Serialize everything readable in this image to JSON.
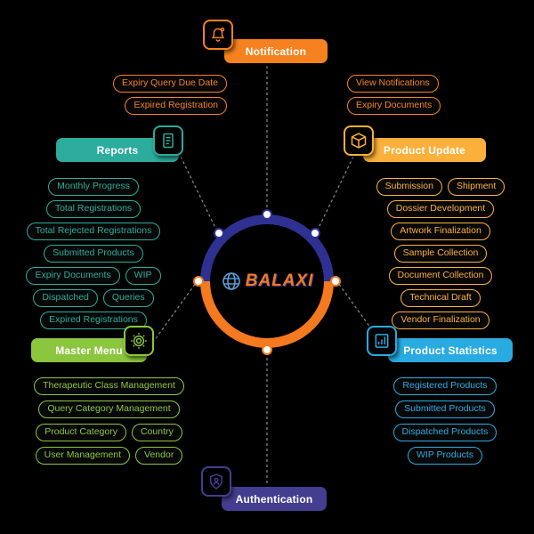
{
  "brand": {
    "name": "BALAXI",
    "color": "#F4791F"
  },
  "ring": {
    "top_color": "#2E3192",
    "bottom_color": "#F4791F"
  },
  "icons": {
    "notification": "bell",
    "reports": "report-document",
    "product_update": "package-box",
    "master_menu": "gear",
    "product_statistics": "handcart-boxes",
    "authentication": "shield-user",
    "brand": "globe"
  },
  "branches": {
    "notification": {
      "label": "Notification",
      "color": "#F5821F",
      "left_rows": [
        [
          "Expiry Query Due Date"
        ],
        [
          "Expired Registration"
        ]
      ],
      "right_rows": [
        [
          "View Notifications"
        ],
        [
          "Expiry Documents"
        ]
      ]
    },
    "reports": {
      "label": "Reports",
      "color": "#2BAC9C",
      "rows": [
        [
          "Monthly Progress"
        ],
        [
          "Total Registrations"
        ],
        [
          "Total Rejected Registrations"
        ],
        [
          "Submitted Products"
        ],
        [
          "Expiry Documents",
          "WIP"
        ],
        [
          "Dispatched",
          "Queries"
        ],
        [
          "Expired Registrations"
        ]
      ]
    },
    "product_update": {
      "label": "Product Update",
      "color": "#FBB03B",
      "rows": [
        [
          "Submission",
          "Shipment"
        ],
        [
          "Dossier Development"
        ],
        [
          "Artwork Finalization"
        ],
        [
          "Sample Collection"
        ],
        [
          "Document Collection"
        ],
        [
          "Technical Draft"
        ],
        [
          "Vendor Finalization"
        ]
      ]
    },
    "master_menu": {
      "label": "Master Menu",
      "color": "#8CC63F",
      "rows": [
        [
          "Therapeutic Class Management"
        ],
        [
          "Query Category Management"
        ],
        [
          "Product Category",
          "Country"
        ],
        [
          "User Management",
          "Vendor"
        ]
      ]
    },
    "product_statistics": {
      "label": "Product Statistics",
      "color": "#29ABE2",
      "rows": [
        [
          "Registered Products"
        ],
        [
          "Submitted Products"
        ],
        [
          "Dispatched Products"
        ],
        [
          "WIP Products"
        ]
      ]
    },
    "authentication": {
      "label": "Authentication",
      "color": "#433E8F",
      "rows": []
    }
  }
}
